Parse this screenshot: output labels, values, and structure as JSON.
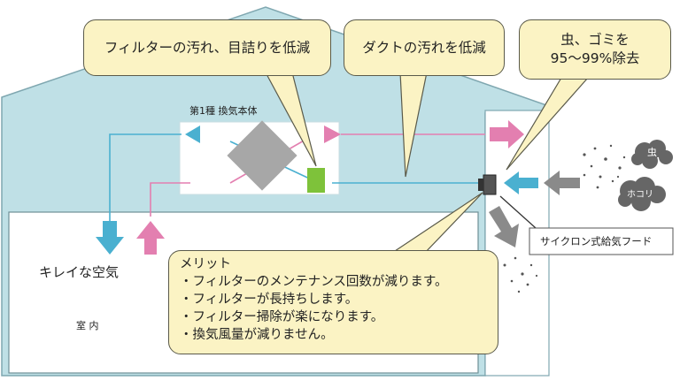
{
  "callouts": {
    "filter_clog": "フィルターの汚れ、目詰りを低減",
    "duct_dirt": "ダクトの汚れを低減",
    "insect_line1": "虫、ゴミを",
    "insect_line2": "95～99%除去"
  },
  "unit_label": "第1種 換気本体",
  "clean_air_label": "キレイな空気",
  "room_label": "室 内",
  "hood_label": "サイクロン式給気フード",
  "bug_label": "虫",
  "dust_label": "ホコリ",
  "merit": {
    "title": "メリット",
    "items": [
      "フィルターのメンテナンス回数が減ります。",
      "フィルターが長持ちします。",
      "フィルター掃除が楽になります。",
      "換気風量が減りません。"
    ]
  },
  "colors": {
    "house_fill": "#bfe0e6",
    "house_stroke": "#7fa7b0",
    "supply_line": "#4ab0d0",
    "exhaust_line": "#e37fb0",
    "filter": "#7ec23a",
    "debris_arrow": "#8a8a8a"
  }
}
